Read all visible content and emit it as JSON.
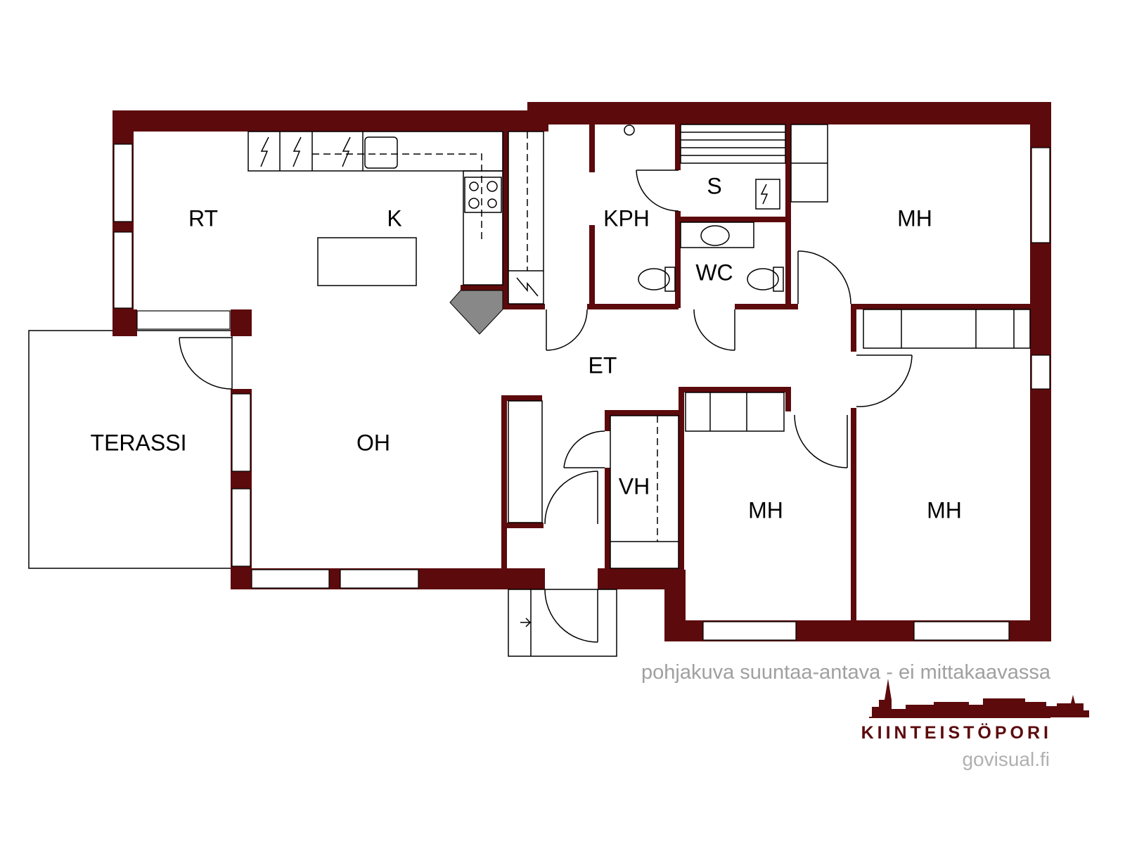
{
  "rooms": {
    "rt": "RT",
    "k": "K",
    "kph": "KPH",
    "s": "S",
    "wc": "WC",
    "mh1": "MH",
    "mh2": "MH",
    "mh3": "MH",
    "et": "ET",
    "oh": "OH",
    "vh": "VH",
    "terassi": "TERASSI"
  },
  "note": "pohjakuva suuntaa-antava - ei mittakaavassa",
  "logo": {
    "brand": "KIINTEISTÖPORI",
    "site": "govisual.fi"
  },
  "colors": {
    "wall": "#5c0a0c",
    "note": "#a0a0a0"
  }
}
